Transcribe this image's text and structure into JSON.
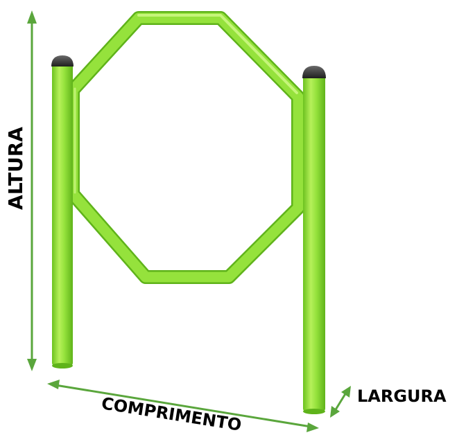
{
  "labels": {
    "height": "ALTURA",
    "length": "COMPRIMENTO",
    "width": "LARGURA"
  },
  "colors": {
    "equipment": "#8fe23b",
    "equipment_dark": "#6cc21f",
    "equipment_light": "#c9f77a",
    "cap": "#2d2d2d",
    "arrow": "#5aa63c",
    "text": "#000000"
  }
}
